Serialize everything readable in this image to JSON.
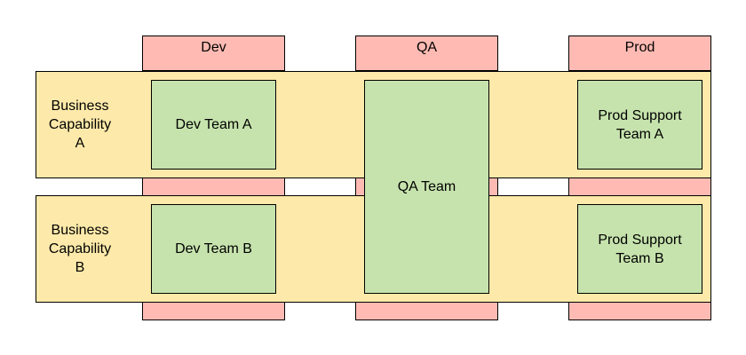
{
  "columns": {
    "dev": "Dev",
    "qa": "QA",
    "prod": "Prod"
  },
  "capabilities": {
    "a": "Business\nCapability\nA",
    "b": "Business\nCapability\nB"
  },
  "teams": {
    "dev_a": "Dev Team A",
    "dev_b": "Dev Team B",
    "qa": "QA Team",
    "prod_a": "Prod Support\nTeam A",
    "prod_b": "Prod Support\nTeam B"
  },
  "colors": {
    "environment_fill": "#ffbbb3",
    "capability_fill": "#fde9a9",
    "team_fill": "#c6e3ad",
    "stroke": "#000000"
  }
}
